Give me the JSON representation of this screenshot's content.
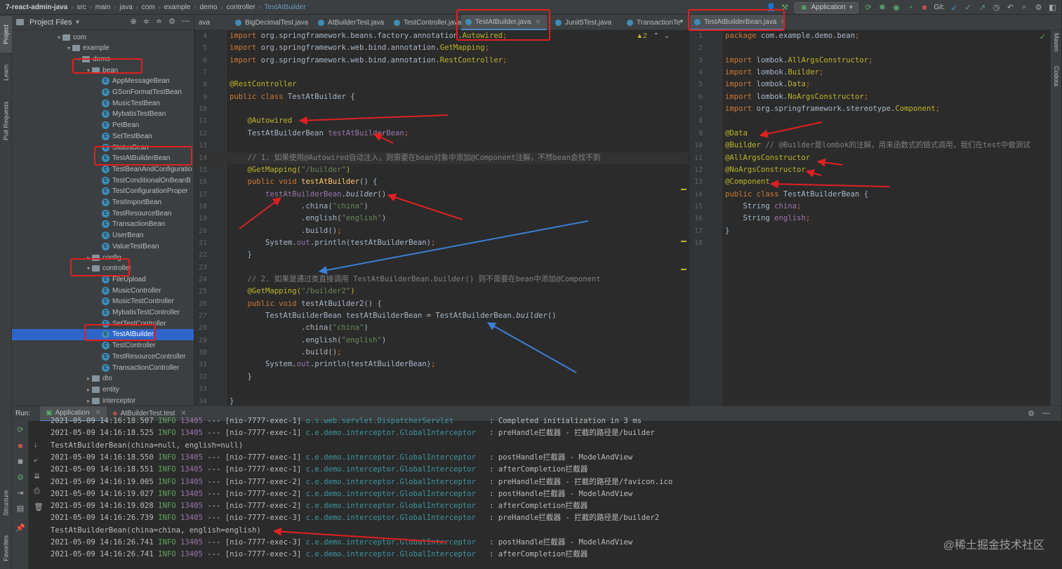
{
  "breadcrumbs": [
    "7-react-admin-java",
    "src",
    "main",
    "java",
    "com",
    "example",
    "demo",
    "controller",
    "TestAtBuilder"
  ],
  "toolbar": {
    "run_config": "Application",
    "git_label": "Git:"
  },
  "left_strip": [
    "Project",
    "Learn",
    "Pull Requests",
    "Structure",
    "Favorites"
  ],
  "right_strip": [
    "Maven",
    "Codota"
  ],
  "project": {
    "title": "Project Files",
    "tree": [
      {
        "label": "com",
        "kind": "folder",
        "depth": 0,
        "arrow": "down"
      },
      {
        "label": "example",
        "kind": "folder",
        "depth": 1,
        "arrow": "down"
      },
      {
        "label": "demo",
        "kind": "folder",
        "depth": 2,
        "arrow": "down"
      },
      {
        "label": "bean",
        "kind": "folder",
        "depth": 3,
        "arrow": "down"
      },
      {
        "label": "AppMessageBean",
        "kind": "class",
        "depth": 4
      },
      {
        "label": "GSonFormatTestBean",
        "kind": "class",
        "depth": 4
      },
      {
        "label": "MusicTestBean",
        "kind": "class",
        "depth": 4
      },
      {
        "label": "MybatisTestBean",
        "kind": "class",
        "depth": 4
      },
      {
        "label": "PetBean",
        "kind": "class",
        "depth": 4
      },
      {
        "label": "SetTestBean",
        "kind": "class",
        "depth": 4
      },
      {
        "label": "StatusBean",
        "kind": "class",
        "depth": 4
      },
      {
        "label": "TestAtBuilderBean",
        "kind": "class",
        "depth": 4
      },
      {
        "label": "TestBeanAndConfiguratio",
        "kind": "class",
        "depth": 4
      },
      {
        "label": "TestConditionalOnBeanB",
        "kind": "class",
        "depth": 4
      },
      {
        "label": "TestConfigurationProper",
        "kind": "class",
        "depth": 4
      },
      {
        "label": "TestImportBean",
        "kind": "class",
        "depth": 4
      },
      {
        "label": "TestResourceBean",
        "kind": "class",
        "depth": 4
      },
      {
        "label": "TransactionBean",
        "kind": "class",
        "depth": 4
      },
      {
        "label": "UserBean",
        "kind": "class",
        "depth": 4
      },
      {
        "label": "ValueTestBean",
        "kind": "class",
        "depth": 4
      },
      {
        "label": "config",
        "kind": "folder",
        "depth": 3,
        "arrow": "right"
      },
      {
        "label": "controller",
        "kind": "folder",
        "depth": 3,
        "arrow": "down"
      },
      {
        "label": "FileUpload",
        "kind": "class",
        "depth": 4
      },
      {
        "label": "MusicController",
        "kind": "class",
        "depth": 4
      },
      {
        "label": "MusicTestController",
        "kind": "class",
        "depth": 4
      },
      {
        "label": "MybatisTestController",
        "kind": "class",
        "depth": 4
      },
      {
        "label": "SetTestController",
        "kind": "class",
        "depth": 4
      },
      {
        "label": "TestAtBuilder",
        "kind": "class",
        "depth": 4,
        "selected": true
      },
      {
        "label": "TestController",
        "kind": "class",
        "depth": 4
      },
      {
        "label": "TestResourceController",
        "kind": "class",
        "depth": 4
      },
      {
        "label": "TransactionController",
        "kind": "class",
        "depth": 4
      },
      {
        "label": "dto",
        "kind": "folder",
        "depth": 3,
        "arrow": "right"
      },
      {
        "label": "entity",
        "kind": "folder",
        "depth": 3,
        "arrow": "right"
      },
      {
        "label": "interceptor",
        "kind": "folder",
        "depth": 3,
        "arrow": "right"
      }
    ]
  },
  "tabs": [
    {
      "label": "ava",
      "active": false
    },
    {
      "label": "BigDecimalTest.java",
      "active": false
    },
    {
      "label": "AtBuilderTest.java",
      "active": false
    },
    {
      "label": "TestController.java",
      "active": false
    },
    {
      "label": "TestAtBuilder.java",
      "active": true
    },
    {
      "label": "Junit5Test.java",
      "active": false
    },
    {
      "label": "TransactionTe",
      "active": false
    },
    {
      "label": "TestAtBuilderBean.java",
      "active": true
    }
  ],
  "inspection": "▲2",
  "editor_left": {
    "lines": [
      {
        "n": "4",
        "t": [
          [
            "import ",
            "kw"
          ],
          [
            "org.springframework.beans.factory.annotation.",
            ""
          ],
          [
            "Autowired",
            "an"
          ],
          [
            ";",
            "kw"
          ]
        ]
      },
      {
        "n": "5",
        "t": [
          [
            "import ",
            "kw"
          ],
          [
            "org.springframework.web.bind.annotation.",
            ""
          ],
          [
            "GetMapping",
            "an"
          ],
          [
            ";",
            "kw"
          ]
        ]
      },
      {
        "n": "6",
        "t": [
          [
            "import ",
            "kw"
          ],
          [
            "org.springframework.web.bind.annotation.",
            ""
          ],
          [
            "RestController",
            "an"
          ],
          [
            ";",
            "kw"
          ]
        ]
      },
      {
        "n": "7",
        "t": []
      },
      {
        "n": "8",
        "t": [
          [
            "@RestController",
            "an"
          ]
        ]
      },
      {
        "n": "9",
        "t": [
          [
            "public class ",
            "kw"
          ],
          [
            "TestAtBuilder {",
            ""
          ]
        ]
      },
      {
        "n": "10",
        "t": []
      },
      {
        "n": "11",
        "t": [
          [
            "    @Autowired",
            "an"
          ]
        ]
      },
      {
        "n": "12",
        "t": [
          [
            "    TestAtBuilderBean ",
            ""
          ],
          [
            "testAtBuilderBean",
            "fld"
          ],
          [
            ";",
            "kw"
          ]
        ]
      },
      {
        "n": "13",
        "t": []
      },
      {
        "n": "14",
        "t": [
          [
            "    // 1. 如果使用@Autowired自动注入，则需要在bean对象中添加@Component注解，不然bean会找不到",
            "cm"
          ]
        ],
        "hl": true
      },
      {
        "n": "15",
        "t": [
          [
            "    @GetMapping(",
            "an"
          ],
          [
            "\"/builder\"",
            "str"
          ],
          [
            ")",
            "an"
          ]
        ]
      },
      {
        "n": "16",
        "t": [
          [
            "    public void ",
            "kw"
          ],
          [
            "testAtBuilder",
            "fn"
          ],
          [
            "() {",
            ""
          ]
        ]
      },
      {
        "n": "17",
        "t": [
          [
            "        ",
            ""
          ],
          [
            "testAtBuilderBean",
            "fld"
          ],
          [
            ".",
            ""
          ],
          [
            "builder",
            "it"
          ],
          [
            "()",
            ""
          ]
        ]
      },
      {
        "n": "18",
        "t": [
          [
            "                .china(",
            ""
          ],
          [
            "\"china\"",
            "str"
          ],
          [
            ")",
            ""
          ]
        ]
      },
      {
        "n": "19",
        "t": [
          [
            "                .english(",
            ""
          ],
          [
            "\"english\"",
            "str"
          ],
          [
            ")",
            ""
          ]
        ]
      },
      {
        "n": "20",
        "t": [
          [
            "                .build()",
            ""
          ],
          [
            ";",
            "kw"
          ]
        ]
      },
      {
        "n": "21",
        "t": [
          [
            "        System.",
            ""
          ],
          [
            "out",
            "fld"
          ],
          [
            ".println(testAtBuilderBean)",
            ""
          ],
          [
            ";",
            "kw"
          ]
        ]
      },
      {
        "n": "22",
        "t": [
          [
            "    }",
            ""
          ]
        ]
      },
      {
        "n": "23",
        "t": []
      },
      {
        "n": "24",
        "t": [
          [
            "    // 2. 如果是通过类直接调用 TestAtBuilderBean.builder() 则不需要在bean中添加@Component",
            "cm"
          ]
        ]
      },
      {
        "n": "25",
        "t": [
          [
            "    @GetMapping(",
            "an"
          ],
          [
            "\"/builder2\"",
            "str"
          ],
          [
            ")",
            "an"
          ]
        ]
      },
      {
        "n": "26",
        "t": [
          [
            "    public void ",
            "kw"
          ],
          [
            "testAtBuilder2",
            ""
          ],
          [
            "() {",
            ""
          ]
        ]
      },
      {
        "n": "27",
        "t": [
          [
            "        TestAtBuilderBean testAtBuilderBean = TestAtBuilderBean.",
            ""
          ],
          [
            "builder",
            "it"
          ],
          [
            "()",
            ""
          ]
        ]
      },
      {
        "n": "28",
        "t": [
          [
            "                .china(",
            ""
          ],
          [
            "\"china\"",
            "str"
          ],
          [
            ")",
            ""
          ]
        ]
      },
      {
        "n": "29",
        "t": [
          [
            "                .english(",
            ""
          ],
          [
            "\"english\"",
            "str"
          ],
          [
            ")",
            ""
          ]
        ]
      },
      {
        "n": "30",
        "t": [
          [
            "                .build()",
            ""
          ],
          [
            ";",
            "kw"
          ]
        ]
      },
      {
        "n": "31",
        "t": [
          [
            "        System.",
            ""
          ],
          [
            "out",
            "fld"
          ],
          [
            ".println(testAtBuilderBean)",
            ""
          ],
          [
            ";",
            "kw"
          ]
        ]
      },
      {
        "n": "32",
        "t": [
          [
            "    }",
            ""
          ]
        ]
      },
      {
        "n": "33",
        "t": []
      },
      {
        "n": "34",
        "t": [
          [
            "}",
            ""
          ]
        ]
      }
    ]
  },
  "editor_right": {
    "lines": [
      {
        "n": "1",
        "t": [
          [
            "package ",
            "kw"
          ],
          [
            "com.example.demo.bean",
            ""
          ],
          [
            ";",
            "kw"
          ]
        ]
      },
      {
        "n": "2",
        "t": []
      },
      {
        "n": "3",
        "t": [
          [
            "import ",
            "kw"
          ],
          [
            "lombok.",
            ""
          ],
          [
            "AllArgsConstructor",
            "an"
          ],
          [
            ";",
            "kw"
          ]
        ]
      },
      {
        "n": "4",
        "t": [
          [
            "import ",
            "kw"
          ],
          [
            "lombok.",
            ""
          ],
          [
            "Builder",
            "an"
          ],
          [
            ";",
            "kw"
          ]
        ]
      },
      {
        "n": "5",
        "t": [
          [
            "import ",
            "kw"
          ],
          [
            "lombok.",
            ""
          ],
          [
            "Data",
            "an"
          ],
          [
            ";",
            "kw"
          ]
        ]
      },
      {
        "n": "6",
        "t": [
          [
            "import ",
            "kw"
          ],
          [
            "lombok.",
            ""
          ],
          [
            "NoArgsConstructor",
            "an"
          ],
          [
            ";",
            "kw"
          ]
        ]
      },
      {
        "n": "7",
        "t": [
          [
            "import ",
            "kw"
          ],
          [
            "org.springframework.stereotype.",
            ""
          ],
          [
            "Component",
            "an"
          ],
          [
            ";",
            "kw"
          ]
        ]
      },
      {
        "n": "8",
        "t": []
      },
      {
        "n": "9",
        "t": [
          [
            "@Data",
            "an"
          ]
        ]
      },
      {
        "n": "10",
        "t": [
          [
            "@Builder",
            "an"
          ],
          [
            " // @Builder是lombok的注解，用来函数式的链式调用，我们在test中做测试",
            "cm"
          ]
        ]
      },
      {
        "n": "11",
        "t": [
          [
            "@AllArgsConstructor",
            "an"
          ]
        ]
      },
      {
        "n": "12",
        "t": [
          [
            "@NoArgsConstructor",
            "an"
          ]
        ]
      },
      {
        "n": "13",
        "t": [
          [
            "@Component",
            "an"
          ]
        ]
      },
      {
        "n": "14",
        "t": [
          [
            "public class ",
            "kw"
          ],
          [
            "TestAtBuilderBean {",
            ""
          ]
        ]
      },
      {
        "n": "15",
        "t": [
          [
            "    String ",
            ""
          ],
          [
            "china",
            "fld"
          ],
          [
            ";",
            "kw"
          ]
        ]
      },
      {
        "n": "16",
        "t": [
          [
            "    String ",
            ""
          ],
          [
            "english",
            "fld"
          ],
          [
            ";",
            "kw"
          ]
        ]
      },
      {
        "n": "17",
        "t": [
          [
            "}",
            ""
          ]
        ]
      },
      {
        "n": "18",
        "t": []
      }
    ]
  },
  "run": {
    "label": "Run:",
    "tabs": [
      {
        "label": "Application",
        "active": true
      },
      {
        "label": "AtBuilderTest.test",
        "active": false
      }
    ],
    "console": [
      {
        "ts": "2021-05-09 14:16:18.507",
        "lvl": "INFO",
        "pid": "13405",
        "thread": " --- [nio-7777-exec-1] ",
        "logger": "o.s.web.servlet.DispatcherServlet       ",
        "msg": " : Completed initialization in 3 ms"
      },
      {
        "ts": "2021-05-09 14:16:18.525",
        "lvl": "INFO",
        "pid": "13405",
        "thread": " --- [nio-7777-exec-1] ",
        "logger": "c.e.demo.interceptor.GlobalInterceptor  ",
        "msg": " : preHandle拦截器 - 拦截的路径是/builder"
      },
      {
        "plain": "TestAtBuilderBean(china=null, english=null)"
      },
      {
        "ts": "2021-05-09 14:16:18.550",
        "lvl": "INFO",
        "pid": "13405",
        "thread": " --- [nio-7777-exec-1] ",
        "logger": "c.e.demo.interceptor.GlobalInterceptor  ",
        "msg": " : postHandle拦截器 - ModelAndView"
      },
      {
        "ts": "2021-05-09 14:16:18.551",
        "lvl": "INFO",
        "pid": "13405",
        "thread": " --- [nio-7777-exec-1] ",
        "logger": "c.e.demo.interceptor.GlobalInterceptor  ",
        "msg": " : afterCompletion拦截器"
      },
      {
        "ts": "2021-05-09 14:16:19.005",
        "lvl": "INFO",
        "pid": "13405",
        "thread": " --- [nio-7777-exec-2] ",
        "logger": "c.e.demo.interceptor.GlobalInterceptor  ",
        "msg": " : preHandle拦截器 - 拦截的路径是/favicon.ico"
      },
      {
        "ts": "2021-05-09 14:16:19.027",
        "lvl": "INFO",
        "pid": "13405",
        "thread": " --- [nio-7777-exec-2] ",
        "logger": "c.e.demo.interceptor.GlobalInterceptor  ",
        "msg": " : postHandle拦截器 - ModelAndView"
      },
      {
        "ts": "2021-05-09 14:16:19.028",
        "lvl": "INFO",
        "pid": "13405",
        "thread": " --- [nio-7777-exec-2] ",
        "logger": "c.e.demo.interceptor.GlobalInterceptor  ",
        "msg": " : afterCompletion拦截器"
      },
      {
        "ts": "2021-05-09 14:16:26.739",
        "lvl": "INFO",
        "pid": "13405",
        "thread": " --- [nio-7777-exec-3] ",
        "logger": "c.e.demo.interceptor.GlobalInterceptor  ",
        "msg": " : preHandle拦截器 - 拦截的路径是/builder2"
      },
      {
        "plain": "TestAtBuilderBean(china=china, english=english)"
      },
      {
        "ts": "2021-05-09 14:16:26.741",
        "lvl": "INFO",
        "pid": "13405",
        "thread": " --- [nio-7777-exec-3] ",
        "logger": "c.e.demo.interceptor.GlobalInterceptor  ",
        "msg": " : postHandle拦截器 - ModelAndView"
      },
      {
        "ts": "2021-05-09 14:16:26.741",
        "lvl": "INFO",
        "pid": "13405",
        "thread": " --- [nio-7777-exec-3] ",
        "logger": "c.e.demo.interceptor.GlobalInterceptor  ",
        "msg": " : afterCompletion拦截器"
      }
    ]
  },
  "watermark": "@稀土掘金技术社区",
  "colors": {
    "annotation_red": "#e02020",
    "annotation_blue": "#3b7fd6",
    "selection": "#2f65ca"
  }
}
